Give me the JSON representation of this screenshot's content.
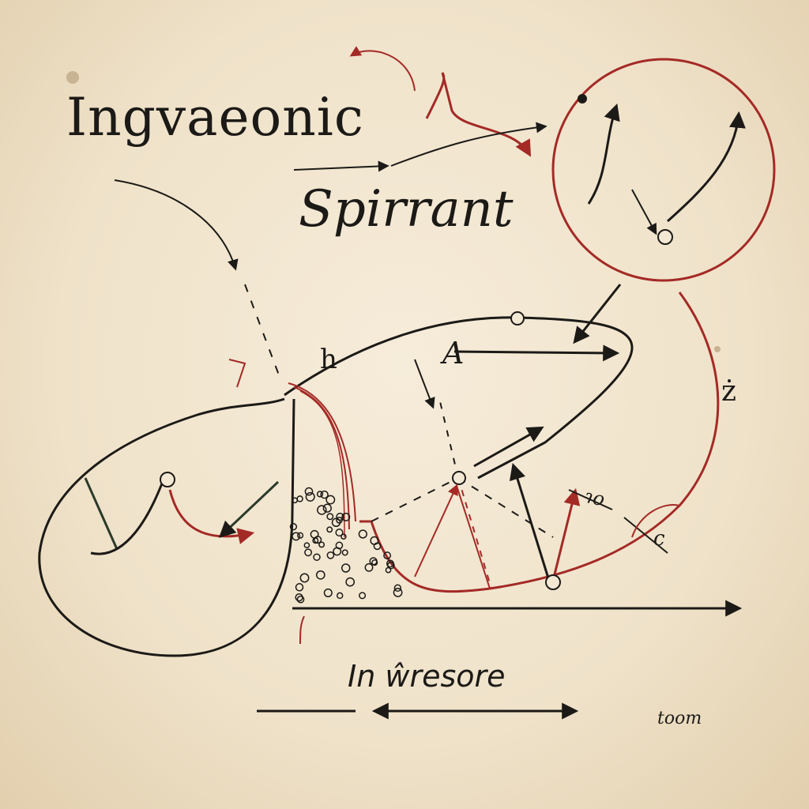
{
  "labels": {
    "title_primary": "Ingvaeonic",
    "title_secondary": "Spirrant",
    "label_a": "A",
    "label_n": "h",
    "label_z": "ż",
    "label_c": "c",
    "label_tag": "ɿo",
    "caption": "In ŵresore",
    "corner_note": "toom"
  },
  "colors": {
    "ink": "#1c1a17",
    "red": "#a42a26",
    "green": "#2c3a2a",
    "paper": "#f3e8d3"
  }
}
